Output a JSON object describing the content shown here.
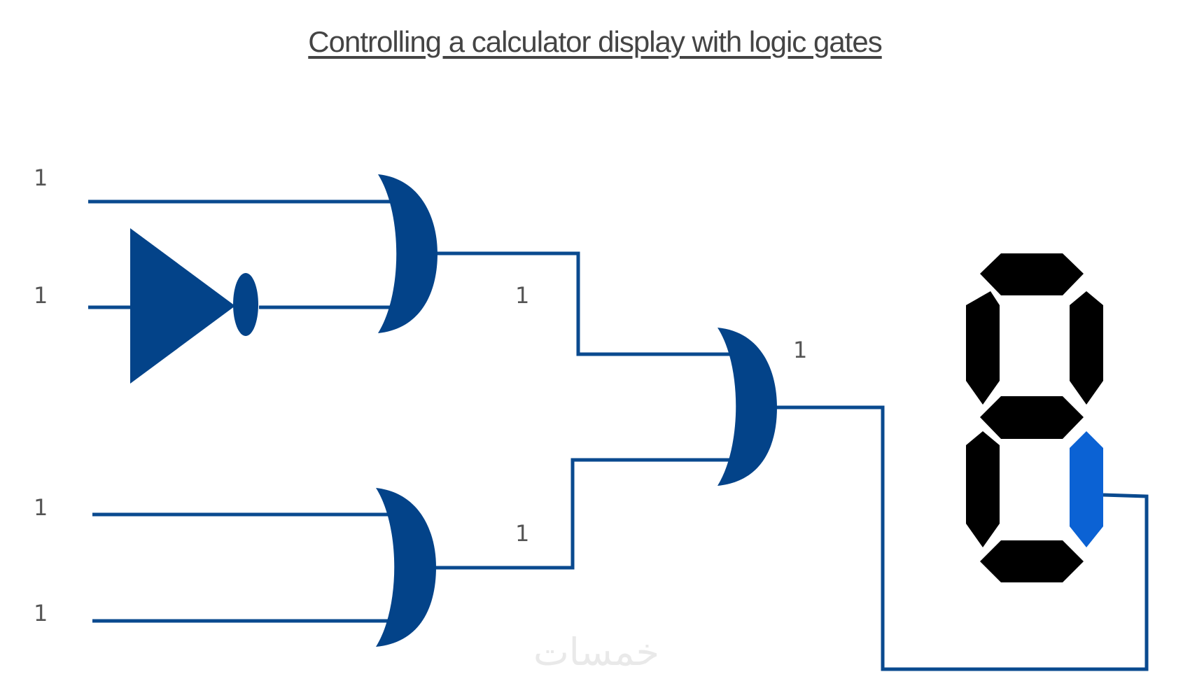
{
  "title": "Controlling a calculator display with logic gates",
  "inputs": {
    "in1": "1",
    "in2": "1",
    "in3": "1",
    "in4": "1"
  },
  "intermediate": {
    "upper_gate_out": "1",
    "lower_gate_out": "1",
    "final_gate_out": "1"
  },
  "watermark": "خمسات",
  "colors": {
    "wire": "#0a4a8f",
    "gate": "#034389",
    "segment_off": "#000000",
    "segment_on": "#0b62d4"
  },
  "display": {
    "segments_lit": [
      "bottom-right"
    ]
  }
}
